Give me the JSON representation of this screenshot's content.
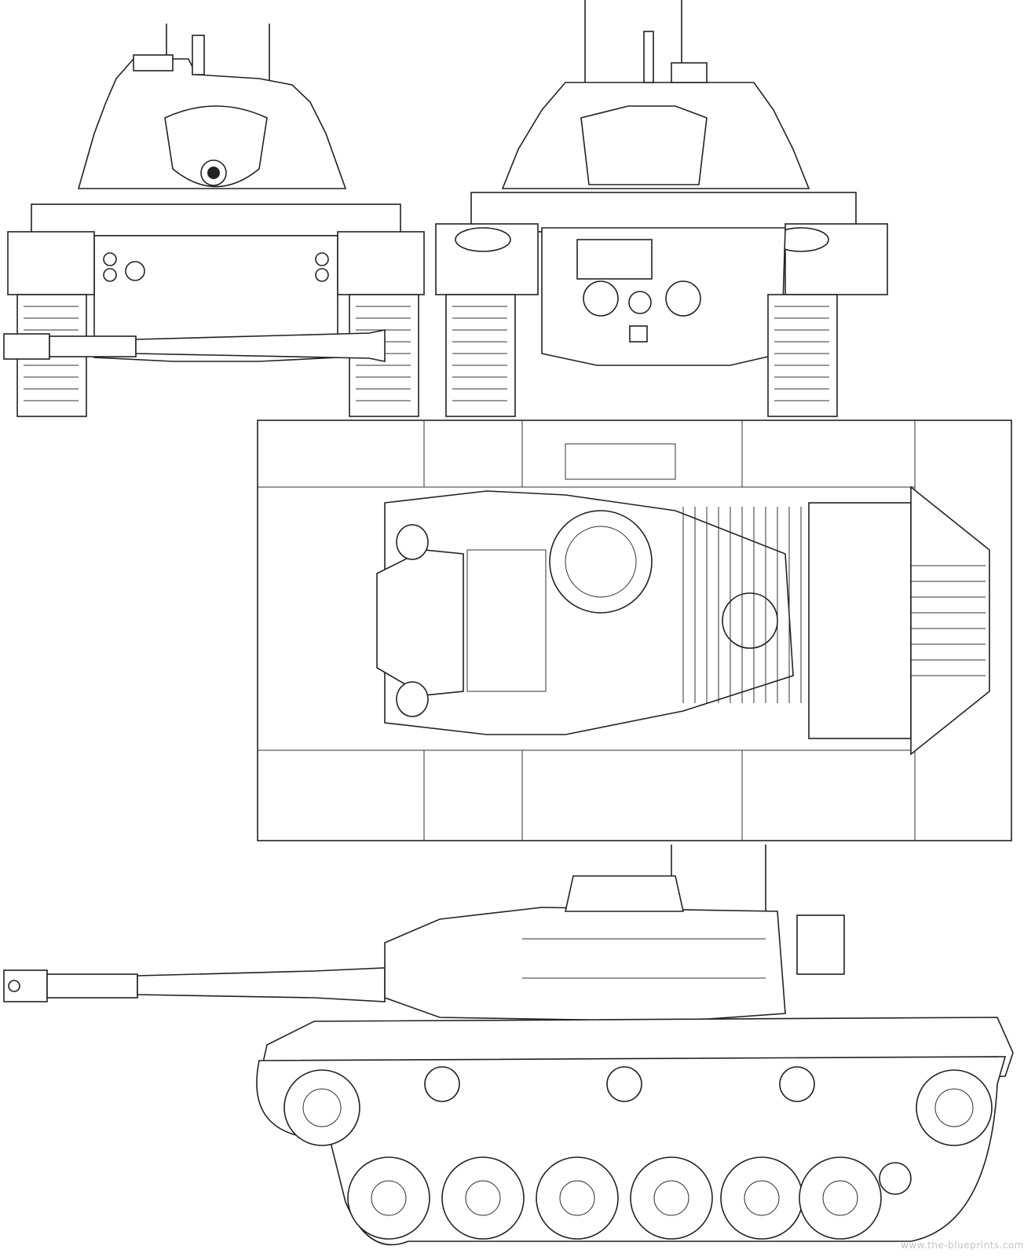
{
  "watermark": "www.the-blueprints.com",
  "views": [
    "front",
    "rear",
    "top",
    "side"
  ],
  "colors": {
    "line": "#222222",
    "background": "#ffffff",
    "watermark": "#c4c4c4"
  }
}
